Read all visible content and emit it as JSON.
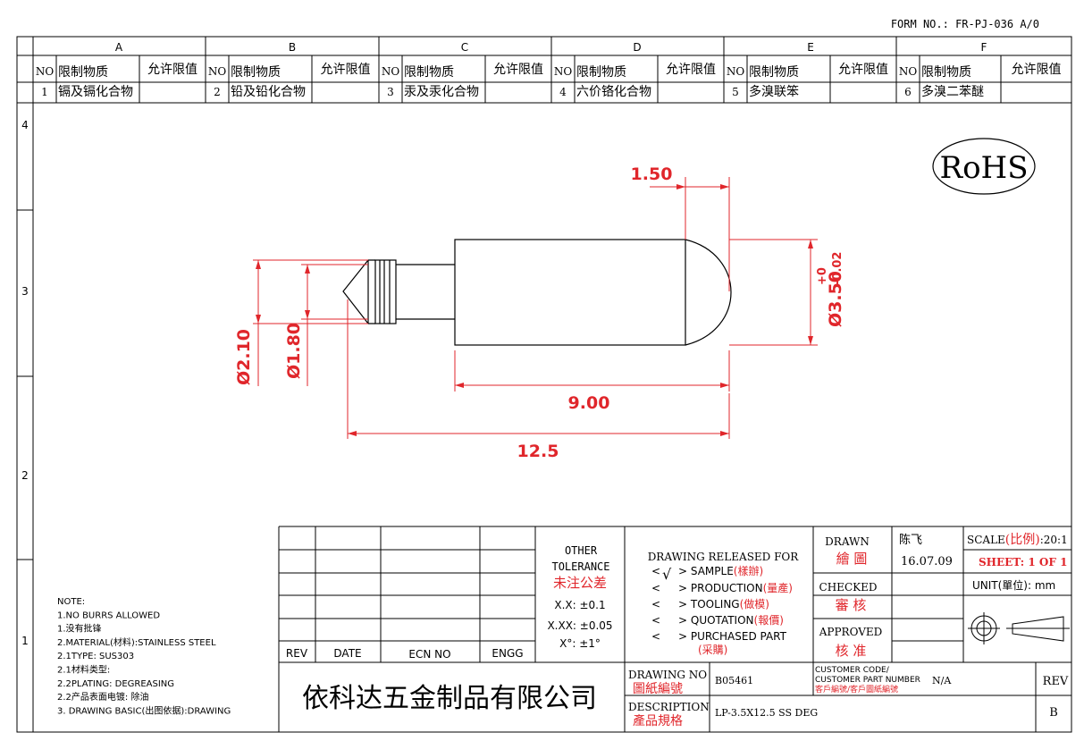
{
  "form_no": "FORM NO.: FR-PJ-036 A/0",
  "zones_top": [
    "A",
    "B",
    "C",
    "D",
    "E",
    "F"
  ],
  "zones_side": [
    "4",
    "3",
    "2",
    "1"
  ],
  "substances": {
    "h_no": "NO",
    "h_name": "限制物质",
    "h_limit": "允许限值",
    "items": [
      {
        "no": "1",
        "name": "镉及镉化合物"
      },
      {
        "no": "2",
        "name": "铅及铅化合物"
      },
      {
        "no": "3",
        "name": "汞及汞化合物"
      },
      {
        "no": "4",
        "name": "六价铬化合物"
      },
      {
        "no": "5",
        "name": "多溴联笨"
      },
      {
        "no": "6",
        "name": "多溴二苯醚"
      }
    ]
  },
  "rohs": "RoHS",
  "dims": {
    "d_tip": "1.50",
    "d_body": "Ø3.50",
    "d_tol_plus": "+0",
    "d_tol_minus": "-0.02",
    "d_groove_outer": "Ø2.10",
    "d_groove_inner": "Ø1.80",
    "d_body_len": "9.00",
    "d_total_len": "12.5"
  },
  "notes": [
    "NOTE:",
    "1.NO BURRS ALLOWED",
    "1.没有批锋",
    "2.MATERIAL(材料):STAINLESS STEEL",
    "2.1TYPE: SUS303",
    "2.1材料类型:",
    "2.2PLATING: DEGREASING",
    "2.2产品表面电镀: 除油",
    "3. DRAWING BASIC(出图依据):DRAWING"
  ],
  "rev_table": {
    "rev": "REV",
    "date": "DATE",
    "ecn": "ECN NO",
    "engg": "ENGG"
  },
  "tolerance": {
    "title1": "OTHER",
    "title2": "TOLERANCE",
    "title_cn": "未注公差",
    "l1": "X.X: ±0.1",
    "l2": "X.XX: ±0.05",
    "l3": "X°: ±1°"
  },
  "release": {
    "title": "DRAWING RELEASED FOR",
    "check": "√",
    "items": [
      {
        "en": "> SAMPLE",
        "cn": "(樣辦)"
      },
      {
        "en": "> PRODUCTION",
        "cn": "(量產)"
      },
      {
        "en": "> TOOLING",
        "cn": "(做模)"
      },
      {
        "en": "> QUOTATION",
        "cn": "(報價)"
      },
      {
        "en": "> PURCHASED PART",
        "cn": "(采購)"
      }
    ]
  },
  "signoff": {
    "drawn": "DRAWN",
    "drawn_cn": "繪 圖",
    "checked": "CHECKED",
    "checked_cn": "審 核",
    "approved": "APPROVED",
    "approved_cn": "核 准",
    "drawer": "陈飞",
    "date": "16.07.09",
    "scale": "SCALE",
    "scale_cn": "(比例)",
    "scale_val": ":20:1",
    "sheet": "SHEET:  1 OF 1",
    "unit": "UNIT(單位): mm"
  },
  "company": "依科达五金制品有限公司",
  "drawing_no": {
    "label": "DRAWING NO",
    "label_cn": "圖紙編號",
    "value": "B05461"
  },
  "customer": {
    "l1": "CUSTOMER CODE/",
    "l2": "CUSTOMER PART NUMBER",
    "l3": "客戶編號/客戶圖紙編號",
    "value": "N/A"
  },
  "description": {
    "label": "DESCRIPTION",
    "label_cn": "產品規格",
    "value": "LP-3.5X12.5 SS DEG"
  },
  "rev": {
    "label": "REV",
    "value": "B"
  }
}
